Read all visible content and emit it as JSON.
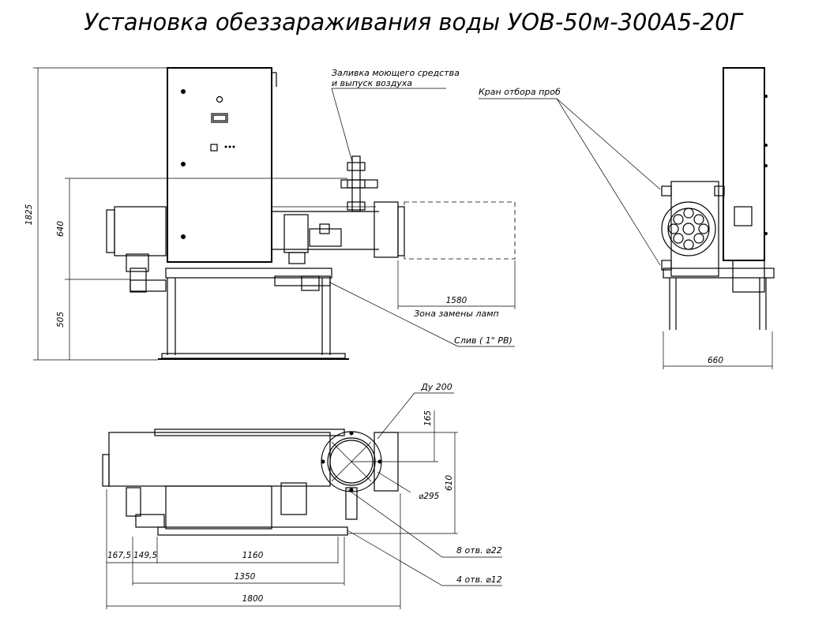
{
  "title": "Установка обеззараживания воды УОВ-50м-300А5-20Г",
  "callouts": {
    "detergent_line1": "Заливка моющего средства",
    "detergent_line2": "и выпуск воздуха",
    "sample_valve": "Кран отбора проб",
    "drain": "Слив ( 1\" РВ)",
    "lamp_zone": "Зона замены ламп",
    "dn": "Ду 200",
    "holes_8": "8 отв. ⌀22",
    "holes_4": "4 отв. ⌀12"
  },
  "dimensions": {
    "total_height": "1825",
    "axis_height": "640",
    "frame_height": "505",
    "lamp_zone_length": "1580",
    "side_width": "660",
    "flange_offset": "165",
    "depth": "610",
    "flange_diameter": "⌀295",
    "d_167_5": "167,5",
    "d_149_5": "149,5",
    "d_1160": "1160",
    "d_1350": "1350",
    "d_1800": "1800"
  }
}
